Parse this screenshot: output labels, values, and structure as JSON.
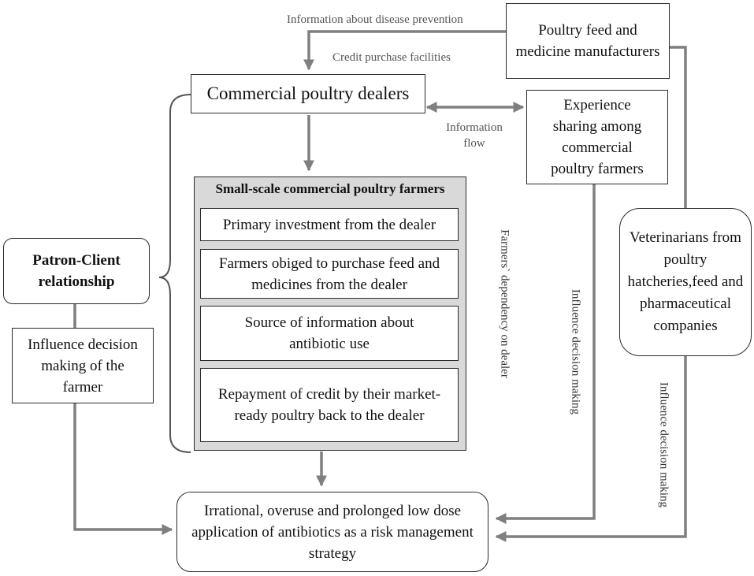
{
  "nodes": {
    "manufacturers": "Poultry feed and medicine manufacturers",
    "dealers": "Commercial poultry dealers",
    "experience": "Experience sharing among commercial poultry farmers",
    "farmers_title": "Small-scale commercial poultry farmers",
    "primary_investment": "Primary investment from the dealer",
    "obliged_purchase": "Farmers obiged to purchase feed and medicines from the dealer",
    "source_info": "Source of information about antibiotic use",
    "repayment": "Repayment of credit by their market-ready poultry back to the dealer",
    "patron_client": "Patron-Client relationship",
    "influence_farmer": "Influence decision making of the farmer",
    "veterinarians": "Veterinarians from poultry hatcheries,feed and pharmaceutical companies",
    "outcome": "Irrational, overuse and prolonged low dose application of antibiotics as a risk management strategy"
  },
  "labels": {
    "disease_prevention": "Information about disease prevention",
    "credit_purchase": "Credit purchase facilities",
    "information_flow": "Information flow",
    "farmers_dependency": "Farmers` dependency on dealer",
    "influence_1": "Influence decision making",
    "influence_2": "Influence decision making"
  },
  "colors": {
    "arrow": "#7f7f7f",
    "panel": "#d9d9d9",
    "border": "#2a2a2a"
  }
}
